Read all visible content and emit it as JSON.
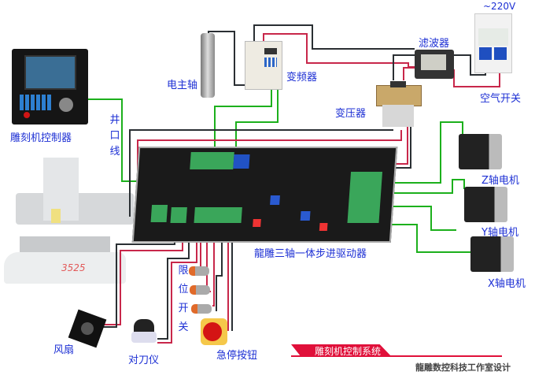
{
  "labels": {
    "controller": "雕刻机控制器",
    "parallel_cable": "井口线",
    "spindle": "电主轴",
    "inverter": "变频器",
    "filter": "滤波器",
    "power": "~220V",
    "breaker": "空气开关",
    "transformer": "变压器",
    "driver": "龍雕三轴一体步进驱动器",
    "z_motor": "Z轴电机",
    "y_motor": "Y轴电机",
    "x_motor": "X轴电机",
    "limit_switch": "限位开关",
    "estop": "急停按钮",
    "fan": "风扇",
    "tool_setter": "对刀仪",
    "machine_model": "3525"
  },
  "banner": {
    "title": "雕刻机控制系统",
    "credit": "龍雕数控科技工作室设计"
  },
  "colors": {
    "label": "#1c2fd4",
    "wire_green": "#1cb01c",
    "wire_red": "#c8274a",
    "wire_black": "#2a2f33",
    "banner_red": "#e0103a"
  }
}
